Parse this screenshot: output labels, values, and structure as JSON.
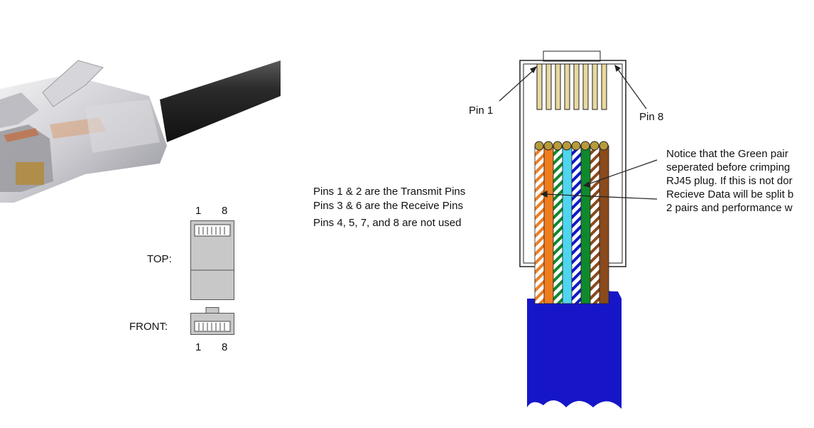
{
  "plug_diagram": {
    "top_label": "TOP:",
    "front_label": "FRONT:",
    "top_pin_first": "1",
    "top_pin_last": "8",
    "front_pin_first": "1",
    "front_pin_last": "8"
  },
  "pin_info": {
    "line1": "Pins 1 & 2 are the Transmit Pins",
    "line2": "Pins 3 & 6 are the Receive Pins",
    "line3": "Pins 4, 5, 7, and 8 are not used"
  },
  "wiring": {
    "pin1_label": "Pin 1",
    "pin8_label": "Pin 8",
    "note_lines": [
      "Notice that the Green pair",
      "seperated before crimping",
      "RJ45 plug. If this is not dor",
      "Recieve Data will be split b",
      "2 pairs and performance w"
    ]
  },
  "wire_colors": {
    "orange": "#f07c1e",
    "blue": "#0f18c8",
    "light_blue": "#4fd5f0",
    "green": "#0e8a2c",
    "brown": "#8a4a1c",
    "cable": "#1616c8"
  }
}
